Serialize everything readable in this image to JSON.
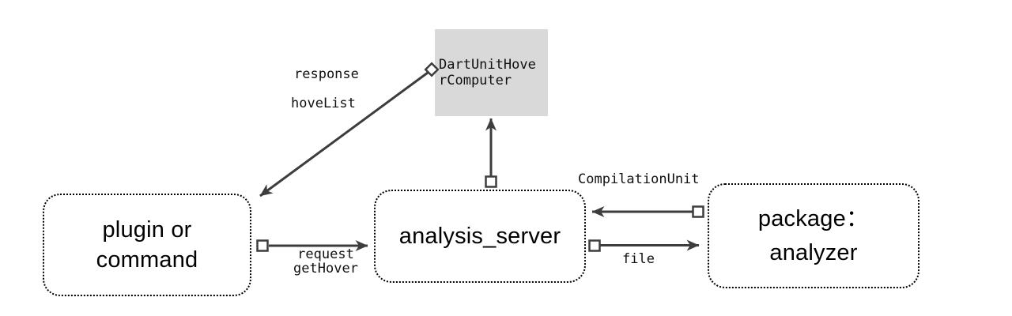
{
  "diagram": {
    "nodes": {
      "plugin_or_command": {
        "lines": [
          "plugin or",
          "command"
        ]
      },
      "analysis_server": {
        "label": "analysis_server"
      },
      "package_analyzer": {
        "lines": [
          "package：",
          "analyzer"
        ]
      },
      "dart_unit_hover_computer": {
        "lines": [
          "DartUnitHove",
          "rComputer"
        ]
      }
    },
    "edges": {
      "response": {
        "labels": [
          "response",
          "hoveList"
        ],
        "from": "DartUnitHoverComputer",
        "to": "plugin or command"
      },
      "request": {
        "labels": [
          "request",
          "getHover"
        ],
        "from": "plugin or command",
        "to": "analysis_server"
      },
      "hover_computer_link": {
        "labels": [],
        "from": "analysis_server",
        "to": "DartUnitHoverComputer"
      },
      "compilation_unit": {
        "labels": [
          "CompilationUnit"
        ],
        "from": "package:analyzer",
        "to": "analysis_server"
      },
      "file": {
        "labels": [
          "file"
        ],
        "from": "analysis_server",
        "to": "package:analyzer"
      }
    },
    "colors": {
      "arrow": "#3d3d3d",
      "node_fill": "#d9d9d9",
      "border": "#000000",
      "background": "#ffffff",
      "text": "#000000",
      "label_text": "#111111"
    }
  }
}
